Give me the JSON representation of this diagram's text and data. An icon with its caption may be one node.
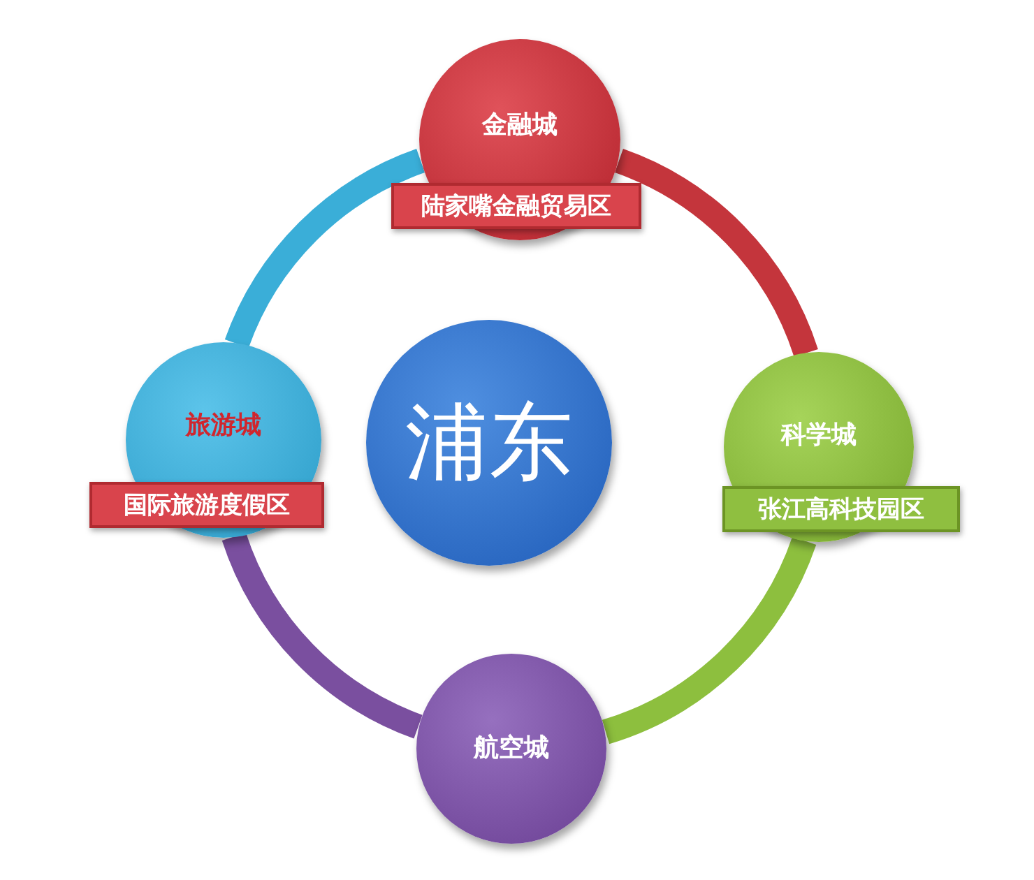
{
  "diagram": {
    "nodes": [
      {
        "text": [
          "浦东"
        ]
      },
      {
        "text": [
          "金融城",
          "陆家嘴金融贸易区"
        ]
      },
      {
        "text": [
          "科学城",
          "张江高科技园区"
        ]
      },
      {
        "text": [
          "航空城"
        ]
      },
      {
        "text": [
          "旅游城",
          "国际旅游度假区"
        ]
      }
    ],
    "edges": [
      {
        "from": 1,
        "to": 2,
        "arrow": "none",
        "color": "#c4353c"
      },
      {
        "from": 2,
        "to": 3,
        "arrow": "none",
        "color": "#8dbf3e"
      },
      {
        "from": 3,
        "to": 4,
        "arrow": "none",
        "color": "#7a4f9f"
      },
      {
        "from": 4,
        "to": 1,
        "arrow": "none",
        "color": "#3aaed8"
      }
    ]
  }
}
